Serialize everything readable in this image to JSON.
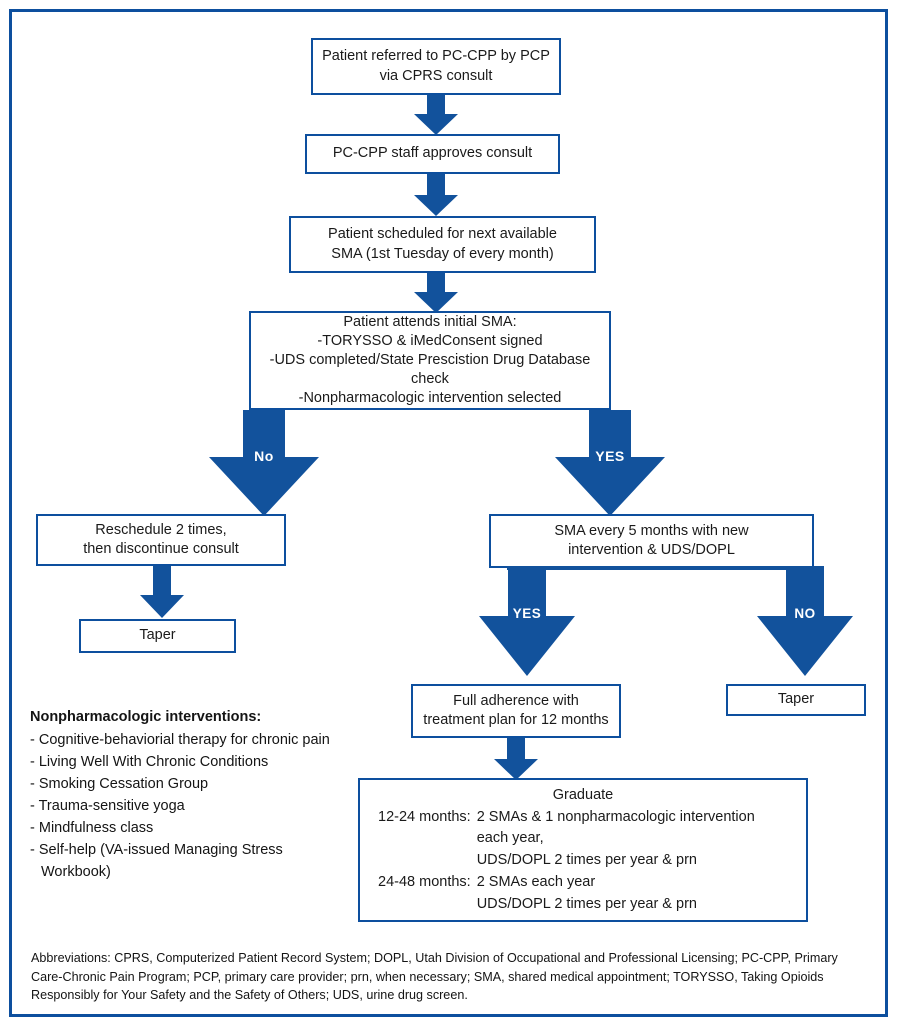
{
  "figure": {
    "type": "clinical-pathway-flowchart",
    "accent_color": "#12529C",
    "border_color": "#0D4F9E",
    "text_color": "#1A1A1A"
  },
  "nodes": {
    "referral": "Patient referred to PC-CPP by PCP\nvia CPRS consult",
    "approval": "PC-CPP staff approves consult",
    "scheduling": "Patient scheduled for next available\nSMA (1st Tuesday of every month)",
    "initial_sma": "Patient attends initial SMA:\n-TORYSSO & iMedConsent signed\n-UDS completed/State Prescistion Drug Database check\n-Nonpharmacologic intervention selected",
    "reschedule": "Reschedule 2 times,\nthen discontinue consult",
    "taper_left": "Taper",
    "sma_every_5": "SMA every 5 months with new\nintervention & UDS/DOPL",
    "taper_right": "Taper",
    "full_adherence": "Full adherence with\ntreatment plan for 12 months"
  },
  "graduate": {
    "title": "Graduate",
    "rows": [
      {
        "label": "12-24 months:",
        "value": "2 SMAs & 1 nonpharmacologic intervention\neach year,\nUDS/DOPL 2 times per year & prn"
      },
      {
        "label": "24-48 months:",
        "value": "2 SMAs each year\nUDS/DOPL 2 times per year & prn"
      }
    ]
  },
  "decisions": {
    "initial_no": "No",
    "initial_yes": "YES",
    "adherence_yes": "YES",
    "adherence_no": "NO"
  },
  "legend": {
    "title": "Nonpharmacologic interventions:",
    "items": [
      "Cognitive-behaviorial therapy for chronic pain",
      "Living Well With Chronic Conditions",
      "Smoking Cessation Group",
      "Trauma-sensitive yoga",
      "Mindfulness class",
      "Self-help (VA-issued Managing Stress\nWorkbook)"
    ]
  },
  "footnote": {
    "text": "Abbreviations: CPRS, Computerized Patient Record System; DOPL, Utah Division of Occupational and Professional Licensing; PC-CPP, Primary Care-Chronic Pain Program; PCP, primary care provider; prn, when necessary; SMA, shared medical appointment; TORYSSO, Taking Opioids Responsibly for Your Safety and the Safety of Others; UDS, urine drug screen."
  }
}
